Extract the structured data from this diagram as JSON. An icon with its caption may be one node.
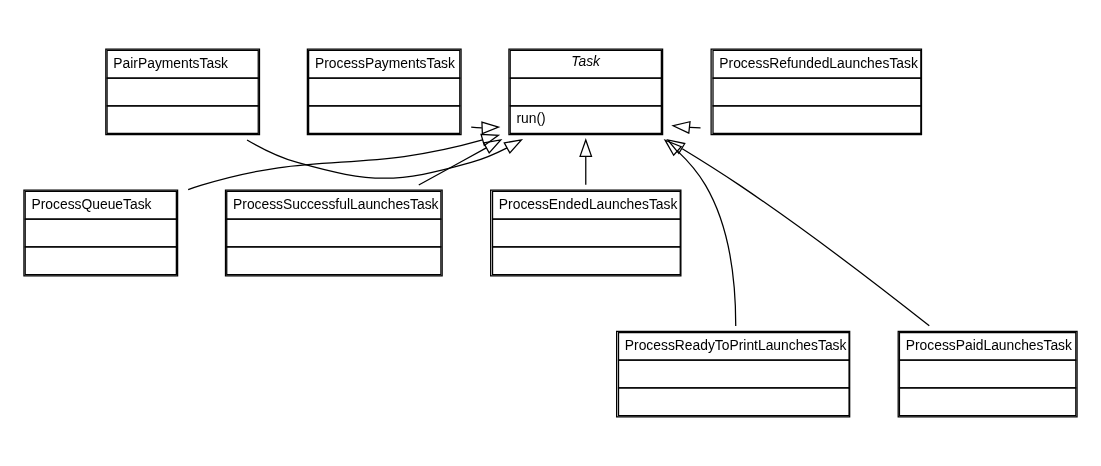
{
  "diagram": {
    "nodes": [
      {
        "text": [
          "ProcessPaymentsTask"
        ]
      },
      {
        "text": [
          "Task",
          "run()"
        ]
      },
      {
        "text": [
          "ProcessRefundedLaunchesTask"
        ]
      },
      {
        "text": [
          "PairPaymentsTask"
        ]
      },
      {
        "text": [
          "ProcessQueueTask"
        ]
      },
      {
        "text": [
          "ProcessSuccessfulLaunchesTask"
        ]
      },
      {
        "text": [
          "ProcessEndedLaunchesTask"
        ]
      },
      {
        "text": [
          "ProcessReadyToPrintLaunchesTask"
        ]
      },
      {
        "text": [
          "ProcessPaidLaunchesTask"
        ]
      }
    ],
    "edges": [
      {
        "from": 0,
        "to": 1,
        "arrow": "to"
      },
      {
        "from": 2,
        "to": 1,
        "arrow": "to"
      },
      {
        "from": 3,
        "to": 1,
        "arrow": "to"
      },
      {
        "from": 4,
        "to": 1,
        "arrow": "to"
      },
      {
        "from": 5,
        "to": 1,
        "arrow": "to"
      },
      {
        "from": 6,
        "to": 1,
        "arrow": "to"
      },
      {
        "from": 7,
        "to": 1,
        "arrow": "to"
      },
      {
        "from": 8,
        "to": 1,
        "arrow": "to"
      }
    ]
  }
}
